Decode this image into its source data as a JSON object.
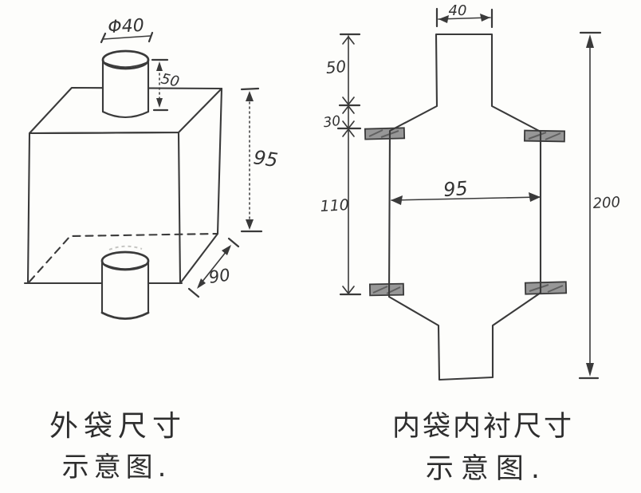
{
  "page": {
    "paper_color": "#fdfdfb",
    "ink_color": "#3a3a3a",
    "tab_fill_color": "#979797"
  },
  "left_figure": {
    "caption_line1": "外袋尺寸",
    "caption_line2": "示意图.",
    "dim_spout_diameter": "Φ40",
    "dim_spout_height": "50",
    "dim_body_height": "95",
    "dim_body_depth": "90"
  },
  "right_figure": {
    "caption_line1": "内袋内衬尺寸",
    "caption_line2": "示意图.",
    "dim_neck_width": "40",
    "dim_neck_height": "50",
    "dim_shoulder_height": "30",
    "dim_body_height": "110",
    "dim_body_width": "95",
    "dim_overall_height": "200"
  }
}
